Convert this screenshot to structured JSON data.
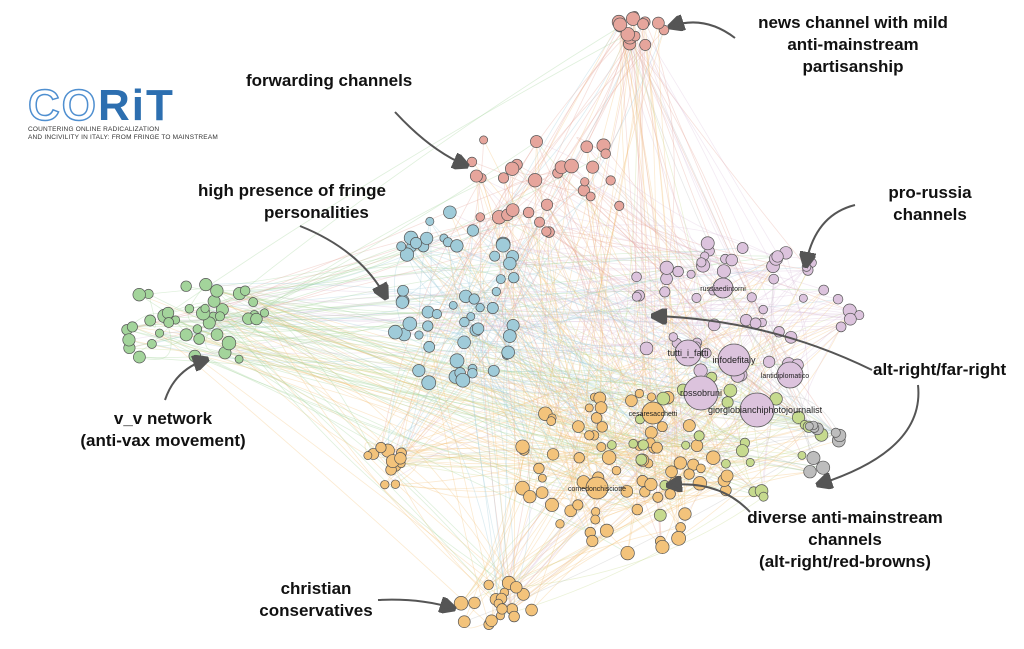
{
  "logo": {
    "name": "CORiT",
    "line1": "COUNTERING ONLINE RADICALIZATION",
    "line2": "AND INCIVILITY IN ITALY: FROM FRINGE TO MAINSTREAM"
  },
  "annotations": {
    "news": [
      "news channel with mild",
      "anti-mainstream",
      "partisanship"
    ],
    "forwarding": "forwarding channels",
    "fringe": [
      "high presence of fringe",
      "personalities"
    ],
    "prorussia": [
      "pro-russia",
      "channels"
    ],
    "altright": "alt-right/far-right",
    "vv": [
      "v_v network",
      "(anti-vax movement)"
    ],
    "diverse": [
      "diverse anti-mainstream",
      "channels",
      "(alt-right/red-browns)"
    ],
    "christian": [
      "christian",
      "conservatives"
    ]
  },
  "nodes": {
    "tutti": "tutti_i_fatti",
    "infodef": "infodefitaly",
    "lanti": "lantidiplomatico",
    "rosso": "rossobruni",
    "giorgio": "giorgiobianchiphotojournalist",
    "cesare": "cesaresacchetti",
    "russia": "russiaedintorni",
    "comedonchisciotte": "comedonchisciotte"
  },
  "colors": {
    "red": "#e6a59c",
    "blue": "#9fcbd9",
    "green": "#a3d49b",
    "purple": "#dcc3dd",
    "orange": "#f3c37b",
    "olive": "#c6da8e",
    "grey": "#bdbdbd"
  }
}
